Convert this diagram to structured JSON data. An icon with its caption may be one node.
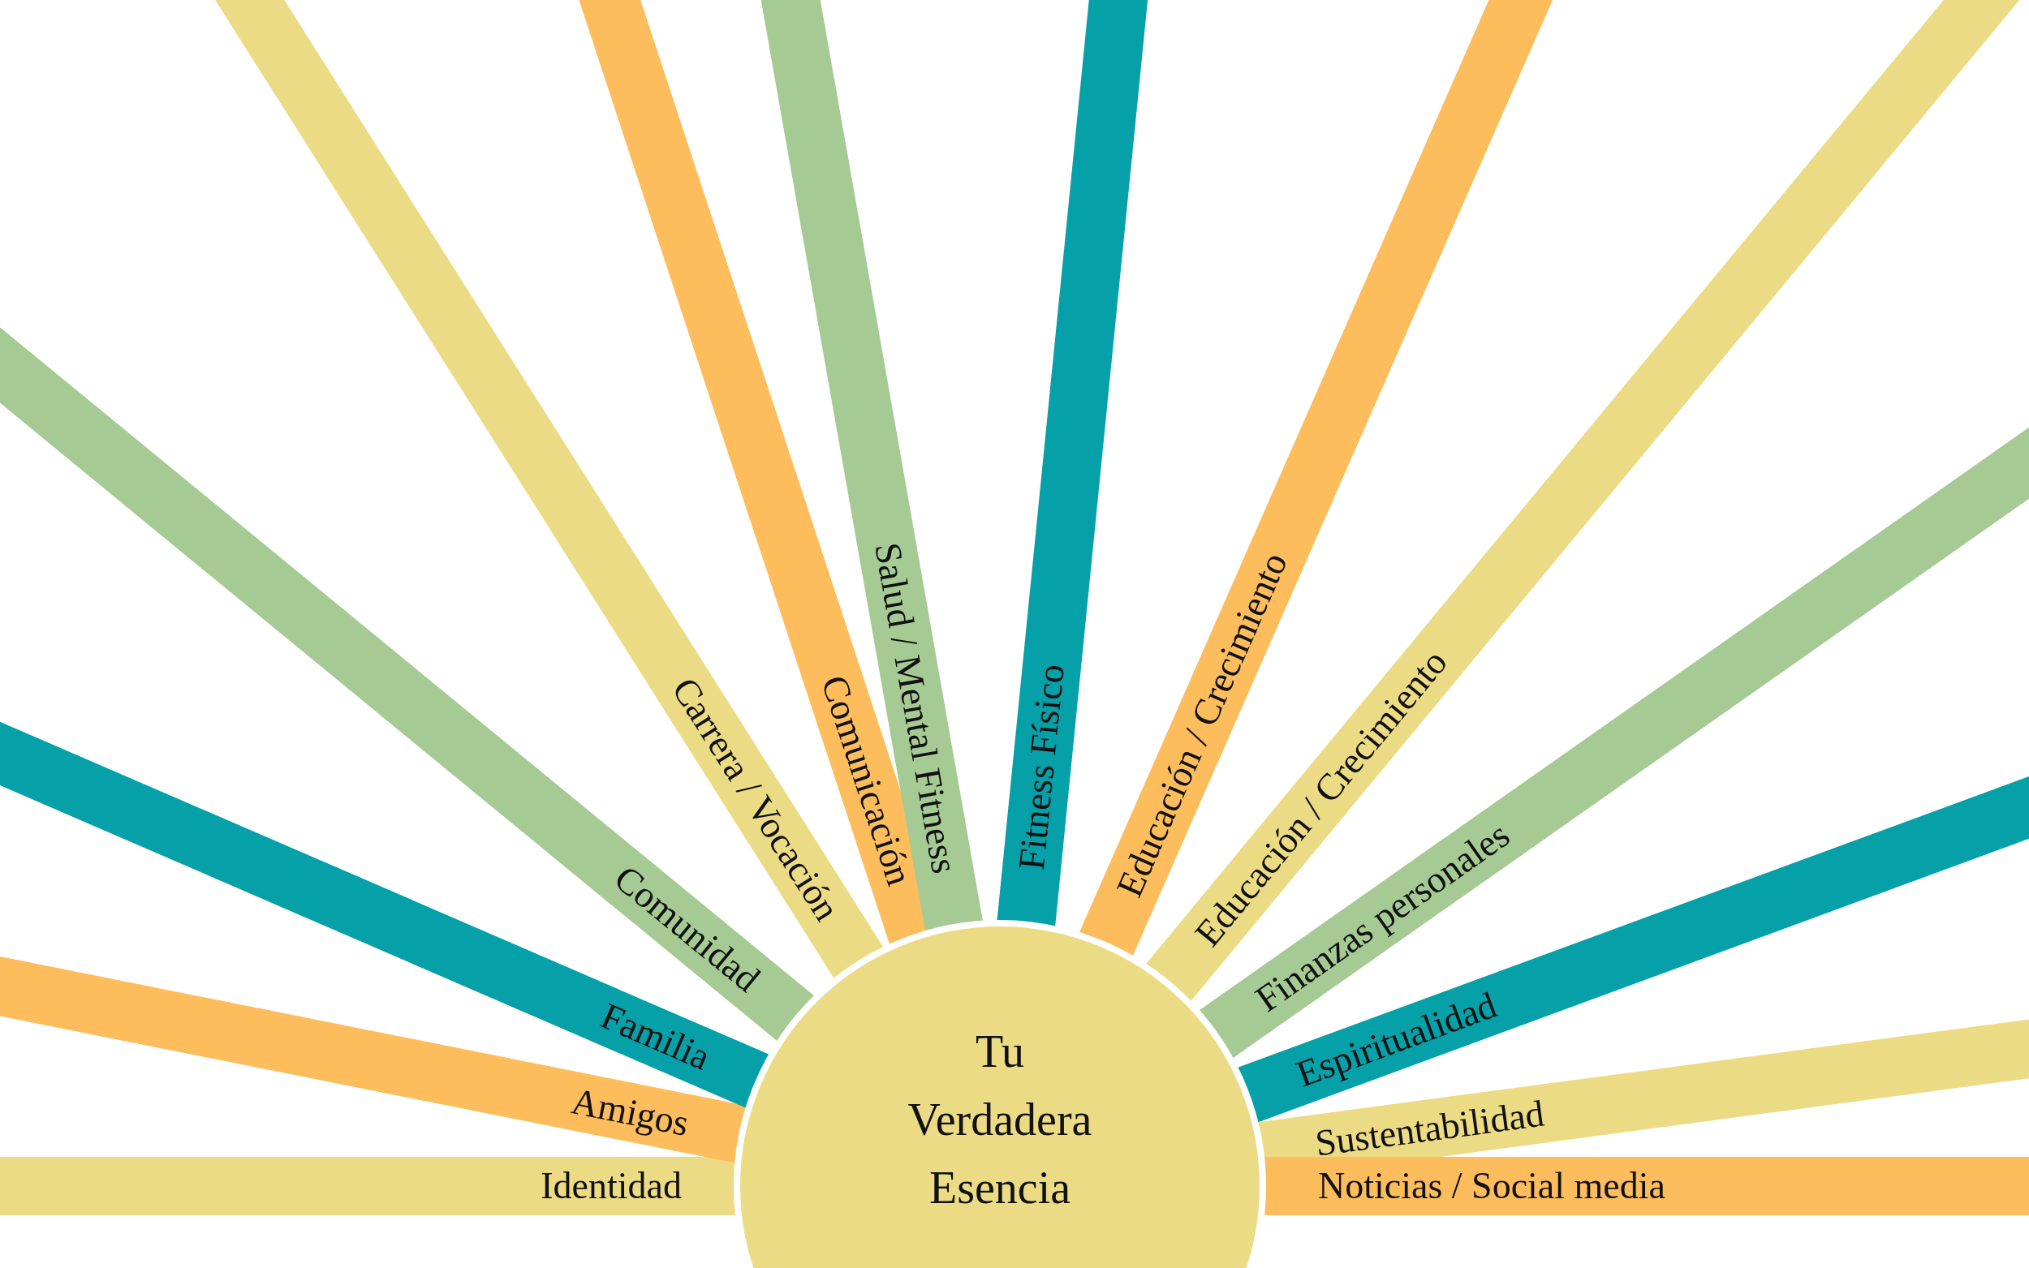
{
  "diagram": {
    "nodes": [
      {
        "text": [
          "Tu Verdadera Esencia"
        ]
      },
      {
        "text": [
          "Identidad"
        ]
      },
      {
        "text": [
          "Amigos"
        ]
      },
      {
        "text": [
          "Familia"
        ]
      },
      {
        "text": [
          "Comunidad"
        ]
      },
      {
        "text": [
          "Carrera / Vocación"
        ]
      },
      {
        "text": [
          "Comunicación"
        ]
      },
      {
        "text": [
          "Salud / Mental Fitness"
        ]
      },
      {
        "text": [
          "Fitness Físico"
        ]
      },
      {
        "text": [
          "Educación / Crecimiento"
        ]
      },
      {
        "text": [
          "Educación / Crecimiento"
        ]
      },
      {
        "text": [
          "Finanzas personales"
        ]
      },
      {
        "text": [
          "Espiritualidad"
        ]
      },
      {
        "text": [
          "Sustentabilidad"
        ]
      },
      {
        "text": [
          "Noticias / Social media"
        ]
      }
    ]
  }
}
